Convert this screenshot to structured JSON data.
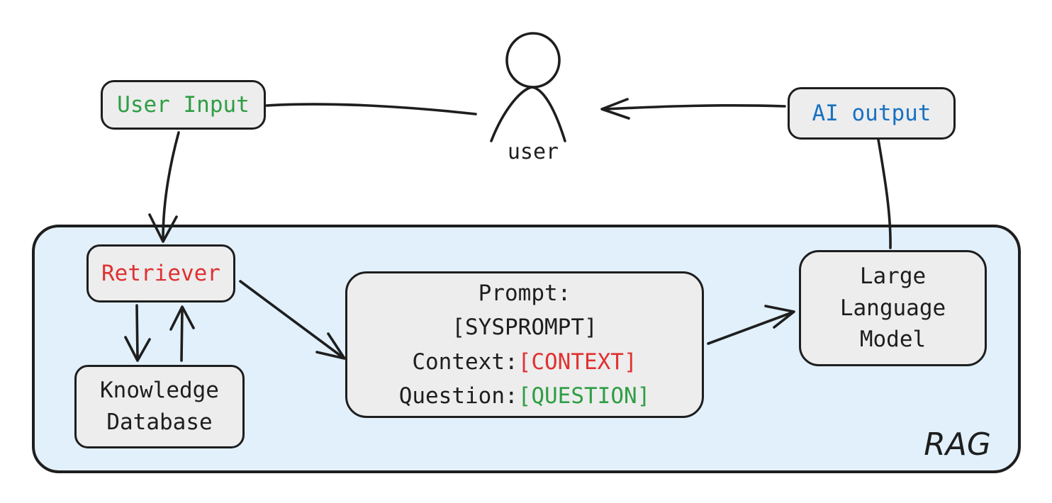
{
  "nodes": {
    "user_input": {
      "label": "User Input"
    },
    "user": {
      "label": "user"
    },
    "ai_output": {
      "label": "AI output"
    },
    "retriever": {
      "label": "Retriever"
    },
    "knowledge_database": {
      "lines": [
        "Knowledge",
        "Database"
      ]
    },
    "prompt_box": {
      "prompt_label": "Prompt:",
      "sysprompt": "[SYSPROMPT]",
      "context_label": "Context:",
      "context_value": "[CONTEXT]",
      "question_label": "Question:",
      "question_value": "[QUESTION]"
    },
    "llm": {
      "lines": [
        "Large",
        "Language",
        "Model"
      ]
    },
    "container": {
      "label": "RAG"
    }
  },
  "colors": {
    "ink": "#1e1e1e",
    "green": "#2f9e44",
    "blue": "#1971c2",
    "red": "#e03131",
    "box_fill": "#ededed",
    "container_fill": "#e1f0fb"
  }
}
